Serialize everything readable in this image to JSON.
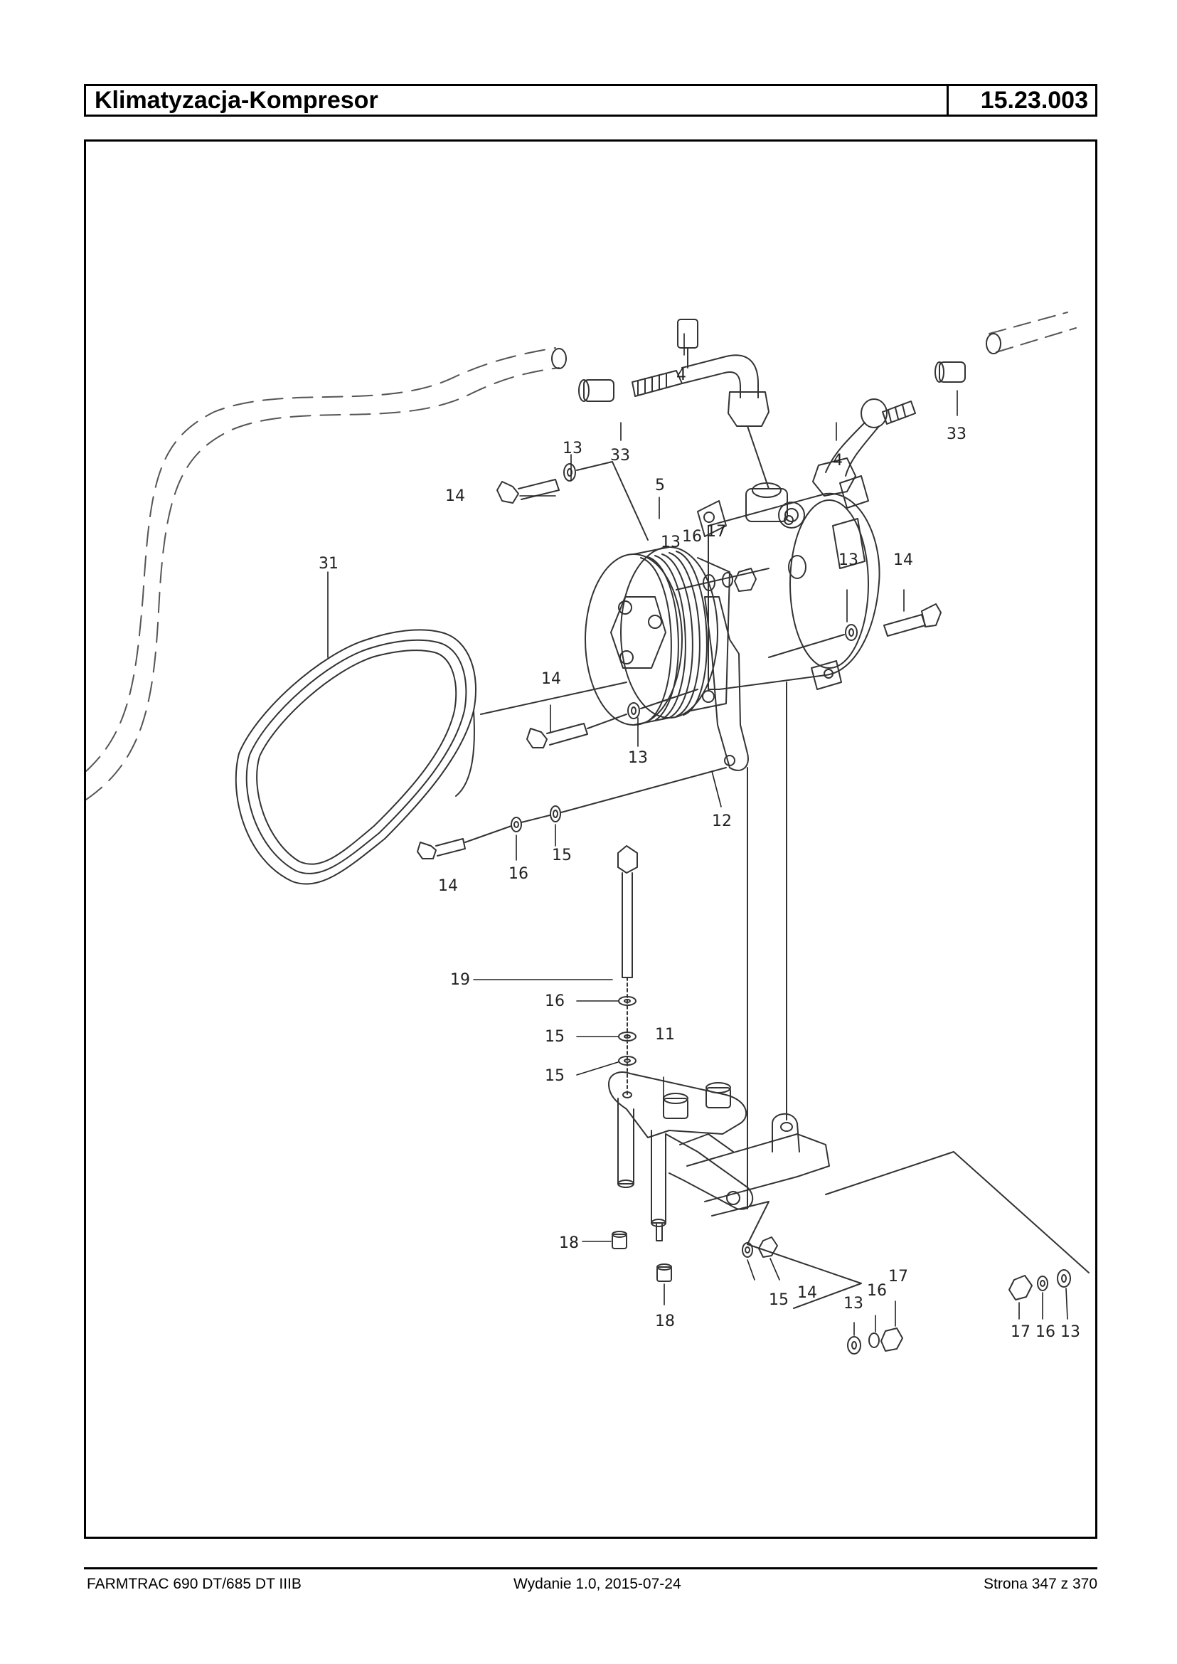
{
  "header": {
    "title": "Klimatyzacja-Kompresor",
    "code": "15.23.003"
  },
  "callouts": {
    "c4a": "4",
    "c4b": "4",
    "c33a": "33",
    "c33b": "33",
    "c13a": "13",
    "c13b": "13",
    "c13c": "13",
    "c13d": "13",
    "c13e": "13",
    "c13f": "13",
    "c14a": "14",
    "c14b": "14",
    "c14c": "14",
    "c14d": "14",
    "c14e": "14",
    "c5": "5",
    "c16a": "16",
    "c16b": "16",
    "c16c": "16",
    "c16d": "16",
    "c16e": "16",
    "c17a": "17",
    "c17b": "17",
    "c17c": "17",
    "c31": "31",
    "c12": "12",
    "c15a": "15",
    "c15b": "15",
    "c15c": "15",
    "c15d": "15",
    "c19": "19",
    "c11": "11",
    "c18a": "18",
    "c18b": "18"
  },
  "footer": {
    "model": "FARMTRAC 690 DT/685 DT IIIB",
    "edition": "Wydanie 1.0,  2015-07-24",
    "page": "Strona 347 z 370"
  }
}
